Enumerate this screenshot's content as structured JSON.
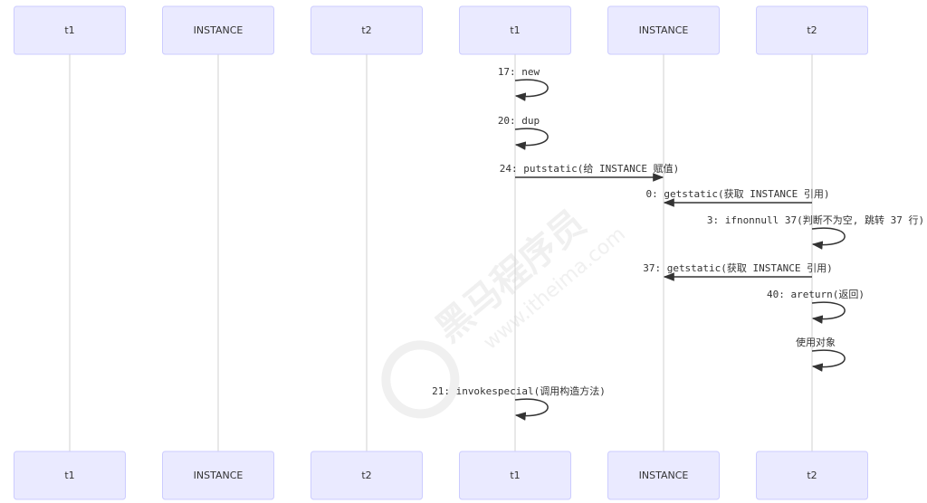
{
  "participants": [
    "t1",
    "INSTANCE",
    "t2",
    "t1",
    "INSTANCE",
    "t2"
  ],
  "messages": [
    {
      "from": 3,
      "to": 3,
      "label": "17: new"
    },
    {
      "from": 3,
      "to": 3,
      "label": "20: dup"
    },
    {
      "from": 3,
      "to": 4,
      "label": "24: putstatic(给 INSTANCE 赋值)"
    },
    {
      "from": 5,
      "to": 4,
      "label": "0: getstatic(获取 INSTANCE 引用)"
    },
    {
      "from": 5,
      "to": 5,
      "label": "3: ifnonnull 37(判断不为空, 跳转 37 行)"
    },
    {
      "from": 5,
      "to": 4,
      "label": "37: getstatic(获取 INSTANCE 引用)"
    },
    {
      "from": 5,
      "to": 5,
      "label": "40: areturn(返回)"
    },
    {
      "from": 5,
      "to": 5,
      "label": "使用对象"
    },
    {
      "from": 3,
      "to": 3,
      "label": "21: invokespecial(调用构造方法)"
    }
  ],
  "watermark": {
    "brand": "黑马程序员",
    "url": "www.itheima.com"
  },
  "colors": {
    "actor_fill": "#eaeaff",
    "actor_stroke": "#ccccff",
    "line": "#333333",
    "lifeline": "#d0d0d0"
  }
}
